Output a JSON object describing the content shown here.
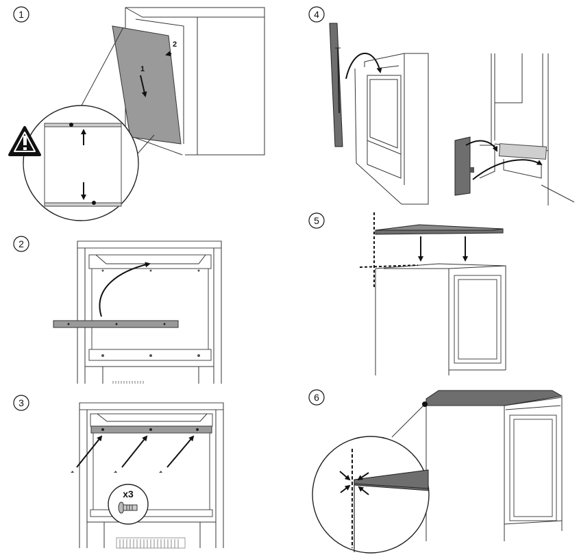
{
  "steps": [
    {
      "number": "1",
      "callouts": [
        "1",
        "2"
      ],
      "icons": [
        "warning-icon"
      ]
    },
    {
      "number": "2"
    },
    {
      "number": "3",
      "quantity": "x3",
      "icons": [
        "screw-icon"
      ]
    },
    {
      "number": "4"
    },
    {
      "number": "5"
    },
    {
      "number": "6"
    }
  ],
  "colors": {
    "line": "#333333",
    "panel_gray": "#9a9a9a",
    "dark_gray": "#6e6e6e",
    "warning": "#111111"
  }
}
